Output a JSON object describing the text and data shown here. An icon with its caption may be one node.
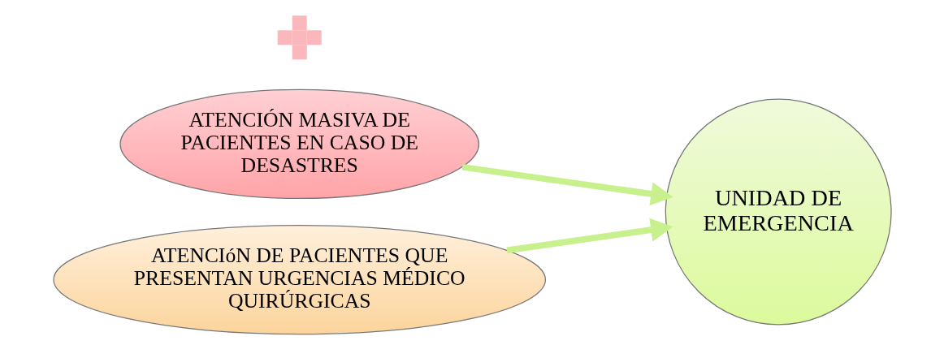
{
  "diagram": {
    "nodes": [
      {
        "text": [
          "ATENCIÓN MASIVA DE PACIENTES EN CASO DE DESASTRES"
        ]
      },
      {
        "text": [],
        "shape": "cross"
      },
      {
        "text": [
          "ATENCIóN DE PACIENTES QUE PRESENTAN URGENCIAS MÉDICO QUIRÚRGICAS"
        ]
      },
      {
        "text": [
          "UNIDAD DE EMERGENCIA"
        ]
      }
    ],
    "edges": [
      {
        "from": 0,
        "to": 3,
        "arrow": "to"
      },
      {
        "from": 2,
        "to": 3,
        "arrow": "to"
      }
    ]
  }
}
